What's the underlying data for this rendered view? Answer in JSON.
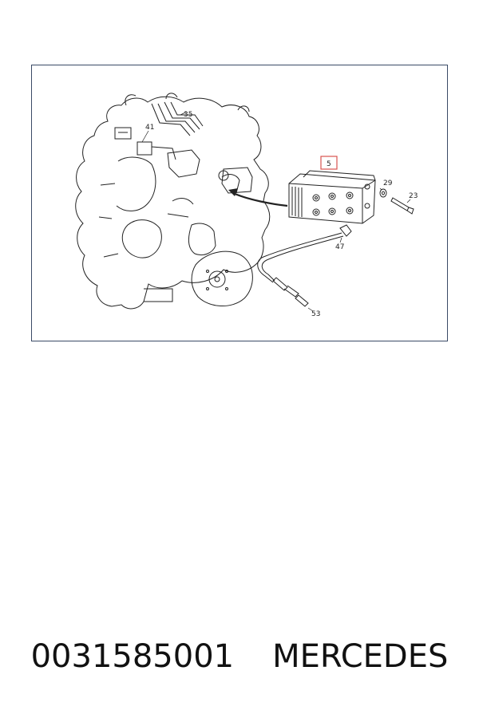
{
  "diagram": {
    "callouts": {
      "c35": "35",
      "c41": "41",
      "c5": "5",
      "c29": "29",
      "c23": "23",
      "c47": "47",
      "c53": "53"
    },
    "highlight_color": "#d9534f",
    "line_color": "#222222",
    "frame_color": "#3a4a66"
  },
  "footer": {
    "part_number": "0031585001",
    "brand": "MERCEDES"
  }
}
